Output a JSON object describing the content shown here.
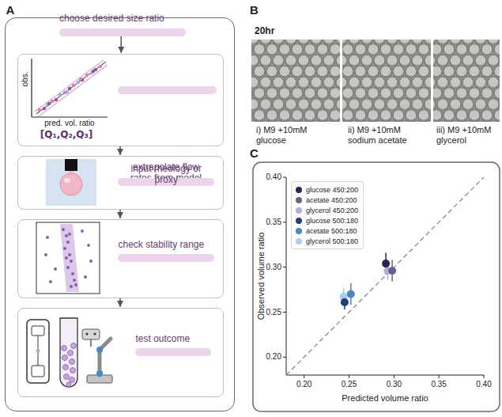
{
  "diagram": {
    "nodes": [
      {
        "text": [
          "A"
        ]
      },
      {
        "text": [
          "choose desired size ratio"
        ],
        "in": 0
      },
      {
        "text": [
          "[Q₁,Q₂,Q₃]"
        ],
        "in": 0
      },
      {
        "text": [
          "extrapolate flow rates from model"
        ],
        "in": 2
      },
      {
        "text": [],
        "in": 0
      },
      {
        "text": [
          "input rheology or proxy"
        ],
        "in": 4
      },
      {
        "text": [],
        "in": 0
      },
      {
        "text": [
          "check stability range"
        ],
        "in": 6
      },
      {
        "text": [],
        "in": 0
      },
      {
        "text": [
          "test outcome"
        ],
        "in": 8
      }
    ],
    "edges": [
      {
        "from": 1,
        "to": 2,
        "arrow": "to"
      },
      {
        "from": 2,
        "to": 4,
        "arrow": "to"
      },
      {
        "from": 4,
        "to": 6,
        "arrow": "to"
      },
      {
        "from": 6,
        "to": 8,
        "arrow": "to"
      }
    ],
    "labels": [
      "B",
      "20hr",
      "i) M9 +10mM glucose",
      "ii) M9 +10mM sodium acetate",
      "iii) M9 +10mM glycerol",
      "C",
      "obs.",
      "pred. vol. ratio",
      "0.20",
      "0.25",
      "0.30",
      "0.35",
      "0.40",
      "0.20",
      "0.25",
      "0.30",
      "0.35",
      "0.40",
      "Predicted volume ratio",
      "Observed volume ratio"
    ],
    "legend": [
      {
        "text": "glucose 450:200",
        "color": "#2b2457"
      },
      {
        "text": "acetate 450:200",
        "color": "#6c5f8e"
      },
      {
        "text": "glycerol 450:200",
        "color": "#b3aed2"
      },
      {
        "text": "glucose 500:180",
        "color": "#1f3f7f"
      },
      {
        "text": "acetate 500:180",
        "color": "#4a86c8"
      },
      {
        "text": "glycerol 500:180",
        "color": "#a9cdee"
      }
    ]
  }
}
